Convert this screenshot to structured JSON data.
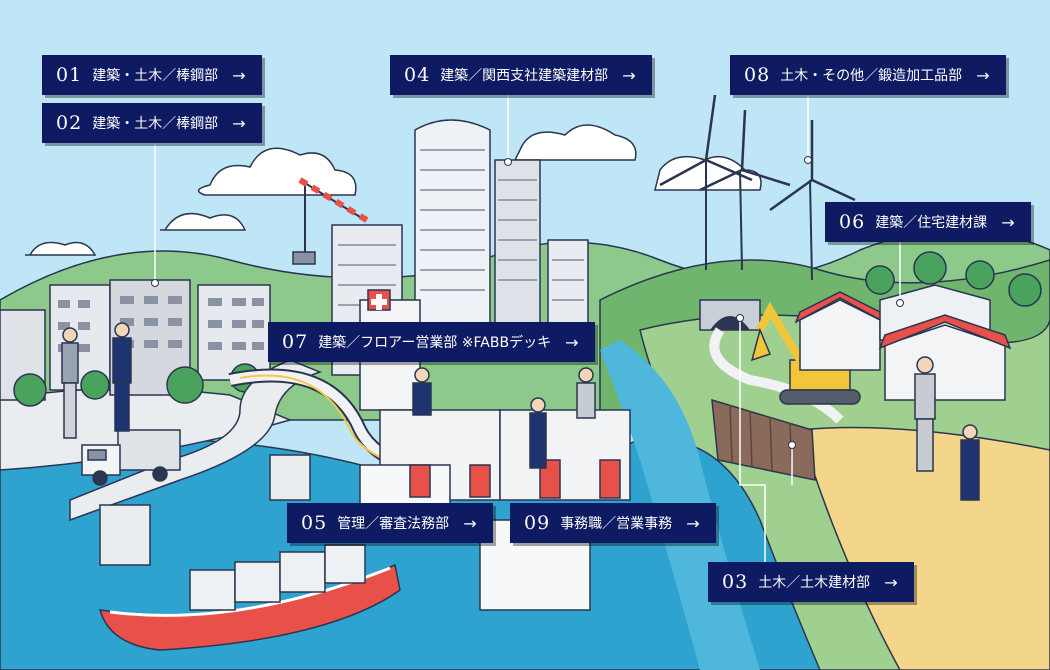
{
  "arrow": "→",
  "labels": [
    {
      "id": "01",
      "text": "建築・土木／棒鋼部"
    },
    {
      "id": "02",
      "text": "建築・土木／棒鋼部"
    },
    {
      "id": "04",
      "text": "建築／関西支社建築建材部"
    },
    {
      "id": "08",
      "text": "土木・その他／鍛造加工品部"
    },
    {
      "id": "06",
      "text": "建築／住宅建材課"
    },
    {
      "id": "07",
      "text": "建築／フロアー営業部 ※FABBデッキ"
    },
    {
      "id": "05",
      "text": "管理／審査法務部"
    },
    {
      "id": "09",
      "text": "事務職／営業事務"
    },
    {
      "id": "03",
      "text": "土木／土木建材部"
    }
  ],
  "colors": {
    "label_bg": "#0e1b63",
    "label_text": "#ffffff",
    "sky": "#bfe6f7",
    "sea": "#2ea3cf",
    "hills": "#8cc98a"
  }
}
